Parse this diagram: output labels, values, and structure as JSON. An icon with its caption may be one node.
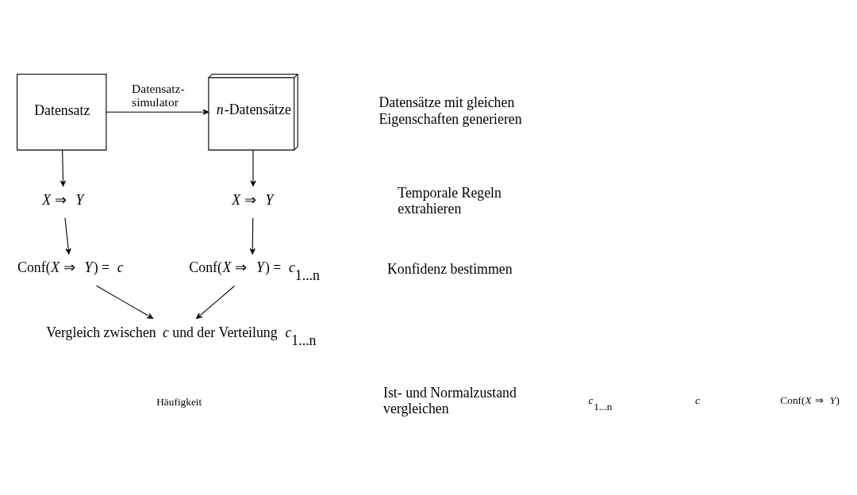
{
  "diagram": {
    "nodes": [
      {
        "text": [
          "Datensatz"
        ]
      },
      {
        "text": [
          "*n*-Datensätze"
        ]
      },
      {
        "text": [
          "*X* ⇒ *Y*"
        ]
      },
      {
        "text": [
          "*X* ⇒ *Y*"
        ]
      },
      {
        "text": [
          "Conf(*X* ⇒ *Y*) = *c*"
        ]
      },
      {
        "text": [
          "Conf(*X* ⇒ *Y*) = *c*$_{1...n}$"
        ]
      },
      {
        "text": [
          "Vergleich zwischen *c* und der Verteilung *c*$_{1...n}$"
        ]
      }
    ],
    "edges": [
      {
        "from": 0,
        "to": 1,
        "arrow": "to",
        "label": "Datensatz- simulator"
      },
      {
        "from": 0,
        "to": 2,
        "arrow": "to"
      },
      {
        "from": 1,
        "to": 3,
        "arrow": "to"
      },
      {
        "from": 2,
        "to": 4,
        "arrow": "to"
      },
      {
        "from": 3,
        "to": 5,
        "arrow": "to"
      },
      {
        "from": 4,
        "to": 6,
        "arrow": "to"
      },
      {
        "from": 5,
        "to": 6,
        "arrow": "to"
      }
    ],
    "labels": [
      "Datensätze mit gleichen Eigenschaften generieren",
      "Temporale Regeln extrahieren",
      "Konfidenz bestimmen",
      "Häufigkeit",
      "Ist- und Normalzustand vergleichen",
      "*c*$_{1...n}$",
      "*c*",
      "Conf(*X* ⇒ *Y*)"
    ]
  }
}
